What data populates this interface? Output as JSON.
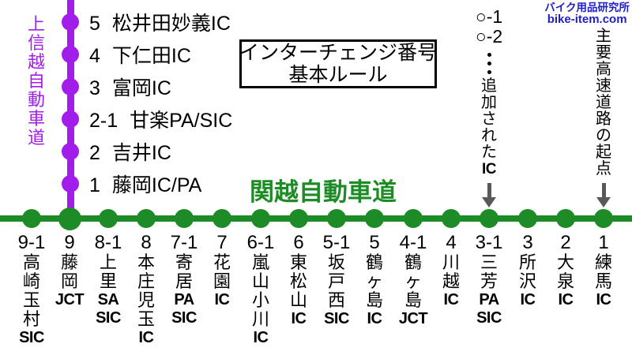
{
  "colors": {
    "purple": "#a31dea",
    "green": "#1d8c26",
    "blue": "#1f1fc8",
    "arrow_gray": "#595959",
    "text": "#000000"
  },
  "branding": {
    "site_name": "バイク用品研究所",
    "site_url": "bike-item.com"
  },
  "title_box": {
    "line1": "インターチェンジ番号",
    "line2": "基本ルール"
  },
  "vertical_road": {
    "name": "上信越自動車道",
    "stations": [
      {
        "number": "5",
        "name": "松井田妙義IC"
      },
      {
        "number": "4",
        "name": "下仁田IC"
      },
      {
        "number": "3",
        "name": "富岡IC"
      },
      {
        "number": "2-1",
        "name": "甘楽PA/SIC"
      },
      {
        "number": "2",
        "name": "吉井IC"
      },
      {
        "number": "1",
        "name": "藤岡IC/PA"
      }
    ]
  },
  "horizontal_road": {
    "name": "関越自動車道",
    "stations": [
      {
        "number": "9-1",
        "name": "高崎玉村SIC"
      },
      {
        "number": "9",
        "name": "藤岡JCT",
        "junction": true
      },
      {
        "number": "8-1",
        "name": "上里SA SIC"
      },
      {
        "number": "8",
        "name": "本庄児玉IC"
      },
      {
        "number": "7-1",
        "name": "寄居PA SIC"
      },
      {
        "number": "7",
        "name": "花園IC"
      },
      {
        "number": "6-1",
        "name": "嵐山小川IC"
      },
      {
        "number": "6",
        "name": "東松山IC"
      },
      {
        "number": "5-1",
        "name": "坂戸西SIC"
      },
      {
        "number": "5",
        "name": "鶴ヶ島IC"
      },
      {
        "number": "4-1",
        "name": "鶴ヶ島JCT"
      },
      {
        "number": "4",
        "name": "川越IC"
      },
      {
        "number": "3-1",
        "name": "三芳PA SIC"
      },
      {
        "number": "3",
        "name": "所沢IC"
      },
      {
        "number": "2",
        "name": "大泉IC"
      },
      {
        "number": "1",
        "name": "練馬IC"
      }
    ]
  },
  "annotations": [
    {
      "id": "added-ic",
      "examples": [
        "○-1",
        "○-2"
      ],
      "ellipsis_dots": 3,
      "label": "追加されたIC",
      "target_number": "3-1"
    },
    {
      "id": "origin",
      "examples": [],
      "ellipsis_dots": 0,
      "label": "主要高速道路の起点",
      "target_number": "1"
    }
  ]
}
